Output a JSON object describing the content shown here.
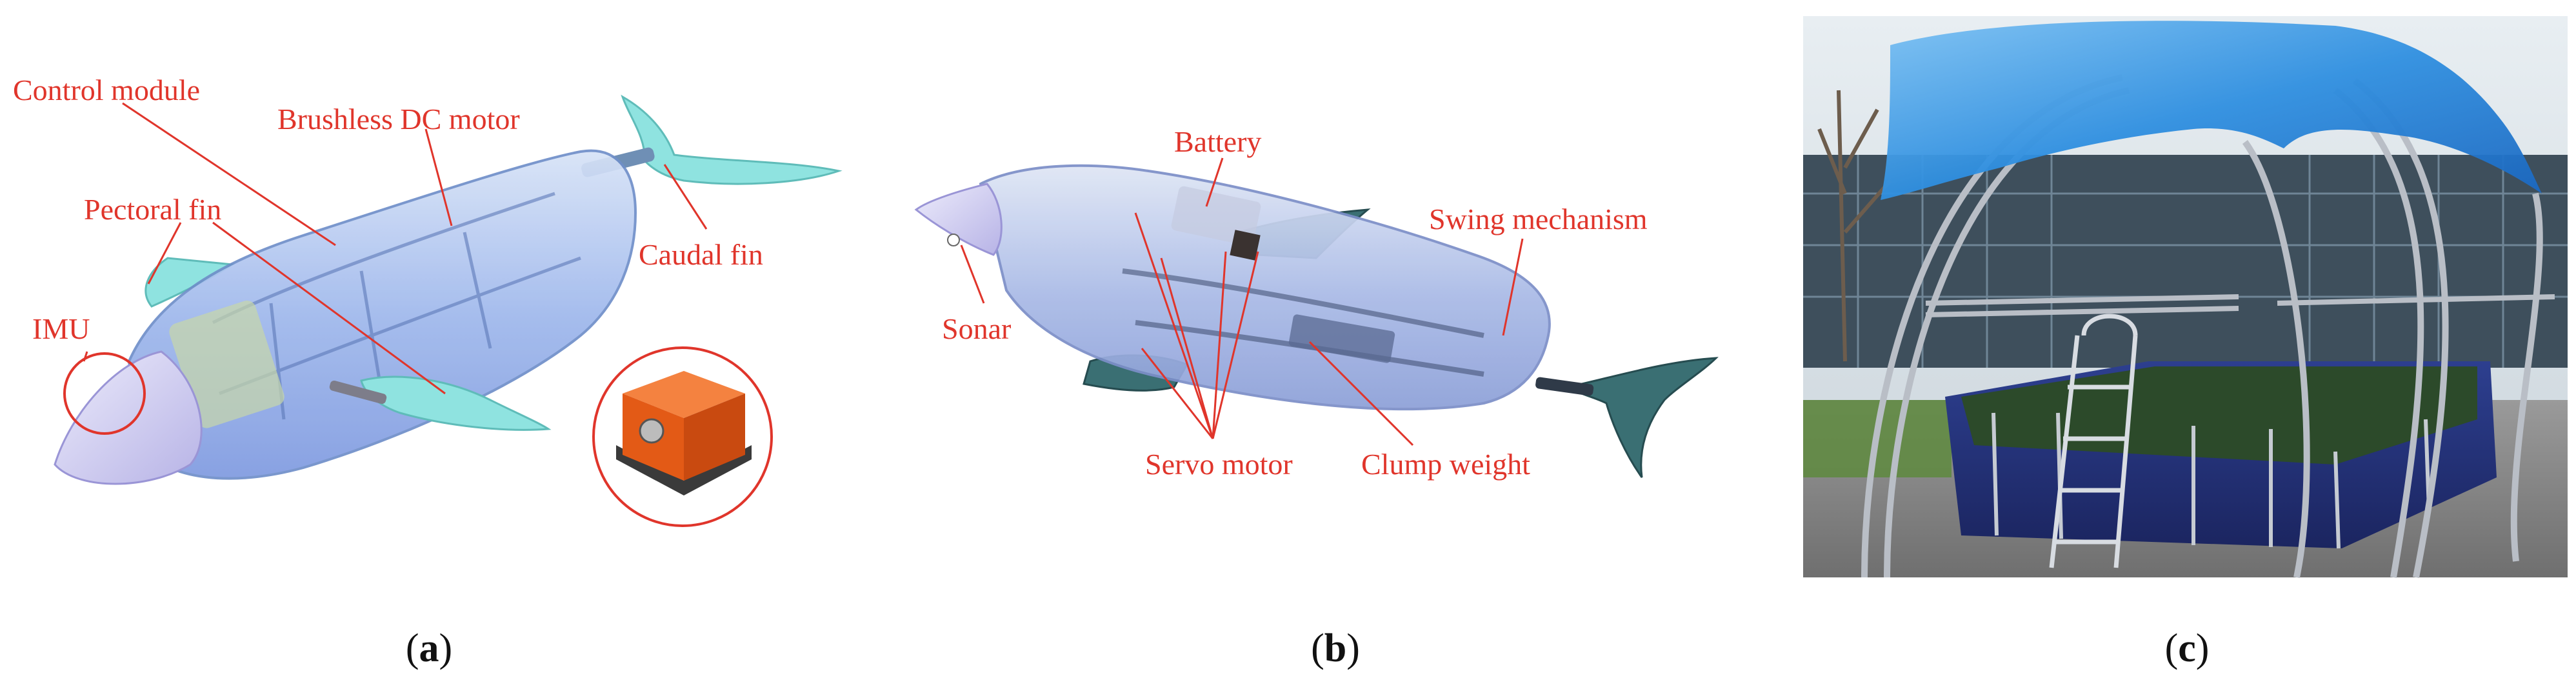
{
  "panels": {
    "a": {
      "caption_open": "(",
      "caption_letter": "a",
      "caption_close": ")",
      "labels": {
        "control_module": "Control module",
        "brushless_dc_motor": "Brushless DC motor",
        "pectoral_fin": "Pectoral fin",
        "caudal_fin": "Caudal fin",
        "imu": "IMU"
      }
    },
    "b": {
      "caption_open": "(",
      "caption_letter": "b",
      "caption_close": ")",
      "labels": {
        "battery": "Battery",
        "swing_mechanism": "Swing mechanism",
        "sonar": "Sonar",
        "servo_motor": "Servo motor",
        "clump_weight": "Clump weight"
      }
    },
    "c": {
      "caption_open": "(",
      "caption_letter": "c",
      "caption_close": ")"
    }
  },
  "colors": {
    "label_red": "#e0352b",
    "fin_cyan": "#8fe3e0",
    "body_blue": "#a9c4ee",
    "nose_lavender": "#c9c6ee",
    "fin_teal": "#3a6f73",
    "imu_orange": "#ee6a24",
    "tarp_blue": "#2f8fe0",
    "pool_navy": "#22307a",
    "water_green": "#2c4a2a"
  }
}
